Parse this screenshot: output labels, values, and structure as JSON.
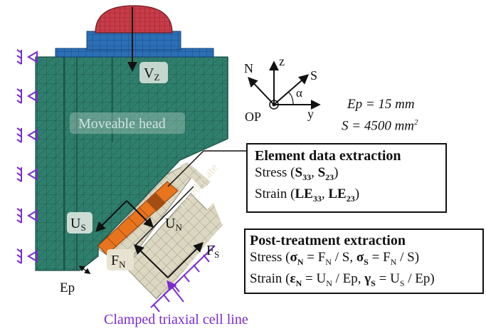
{
  "figure": {
    "label_vz": "V",
    "label_vz_sub": "Z",
    "label_head": "Moveable head",
    "label_fixed_plate": "Fixed plate",
    "label_us": "U",
    "label_us_sub": "S",
    "label_un": "U",
    "label_un_sub": "N",
    "label_fn": "F",
    "label_fn_sub": "N",
    "label_fs": "F",
    "label_fs_sub": "S",
    "label_ep": "Ep",
    "caption": "Clamped triaxial cell line"
  },
  "axes": {
    "n": "N",
    "z": "z",
    "s": "S",
    "alpha": "α",
    "op": "OP",
    "y": "y"
  },
  "params": {
    "ep_value": "Ep = 15 mm",
    "s_value": "S = 4500 mm",
    "s_exp": "2"
  },
  "element_box": {
    "title": "Element data extraction",
    "stress_prefix": "Stress (",
    "s": "S",
    "s33": "33",
    "s23": "23",
    "stress_sep": ", ",
    "stress_end": ")",
    "strain_prefix": "Strain (",
    "le": "LE",
    "le33": "33",
    "le23": "23",
    "strain_sep": ", ",
    "strain_end": ")"
  },
  "post_box": {
    "title": "Post-treatment extraction",
    "stress_prefix": "Stress (",
    "sigma": "σ",
    "n": "N",
    "s": "S",
    "eq": " = ",
    "f": "F",
    "div_s": " / S",
    "sep": ", ",
    "end": ")",
    "strain_prefix": "Strain (",
    "eps": "ε",
    "gamma": "γ",
    "u": "U",
    "div_ep": " / Ep"
  },
  "colors": {
    "mesh_green": "#2e7d6b",
    "mesh_line": "#1c4e44",
    "head_blue": "#2a6fb8",
    "cap_red": "#c43a45",
    "plate_beige": "#ddd8c2",
    "orange": "#e8741e",
    "clamp_purple": "#7a2bd0"
  }
}
